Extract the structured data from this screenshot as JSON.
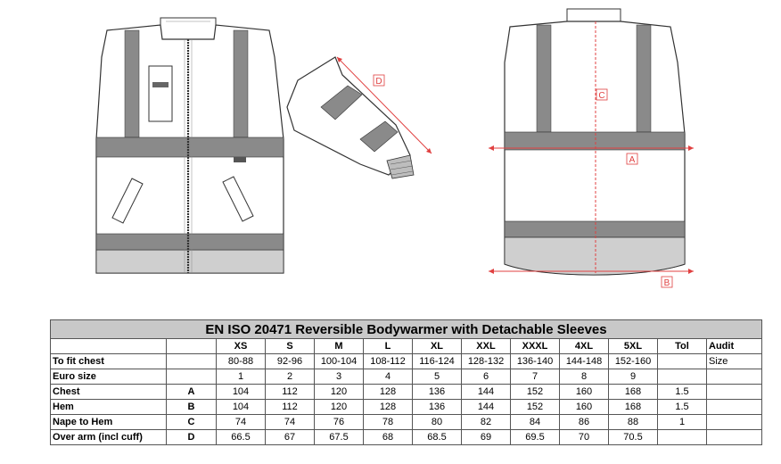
{
  "diagram": {
    "labels": {
      "a": "A",
      "b": "B",
      "c": "C",
      "d": "D"
    }
  },
  "table": {
    "title": "EN ISO 20471 Reversible Bodywarmer with Detachable Sleeves",
    "sizes": [
      "XS",
      "S",
      "M",
      "L",
      "XL",
      "XXL",
      "XXXL",
      "4XL",
      "5XL"
    ],
    "tol_header": "Tol",
    "audit_header_lines": [
      "Audit",
      "Size"
    ],
    "rows": [
      {
        "label": "To fit chest",
        "letter": "",
        "values": [
          "80-88",
          "92-96",
          "100-104",
          "108-112",
          "116-124",
          "128-132",
          "136-140",
          "144-148",
          "152-160"
        ],
        "tol": ""
      },
      {
        "label": "Euro size",
        "letter": "",
        "values": [
          "1",
          "2",
          "3",
          "4",
          "5",
          "6",
          "7",
          "8",
          "9"
        ],
        "tol": ""
      },
      {
        "label": "Chest",
        "letter": "A",
        "values": [
          "104",
          "112",
          "120",
          "128",
          "136",
          "144",
          "152",
          "160",
          "168"
        ],
        "tol": "1.5"
      },
      {
        "label": "Hem",
        "letter": "B",
        "values": [
          "104",
          "112",
          "120",
          "128",
          "136",
          "144",
          "152",
          "160",
          "168"
        ],
        "tol": "1.5"
      },
      {
        "label": "Nape to Hem",
        "letter": "C",
        "values": [
          "74",
          "74",
          "76",
          "78",
          "80",
          "82",
          "84",
          "86",
          "88"
        ],
        "tol": "1"
      },
      {
        "label": "Over arm (incl cuff)",
        "letter": "D",
        "values": [
          "66.5",
          "67",
          "67.5",
          "68",
          "68.5",
          "69",
          "69.5",
          "70",
          "70.5"
        ],
        "tol": ""
      }
    ]
  }
}
